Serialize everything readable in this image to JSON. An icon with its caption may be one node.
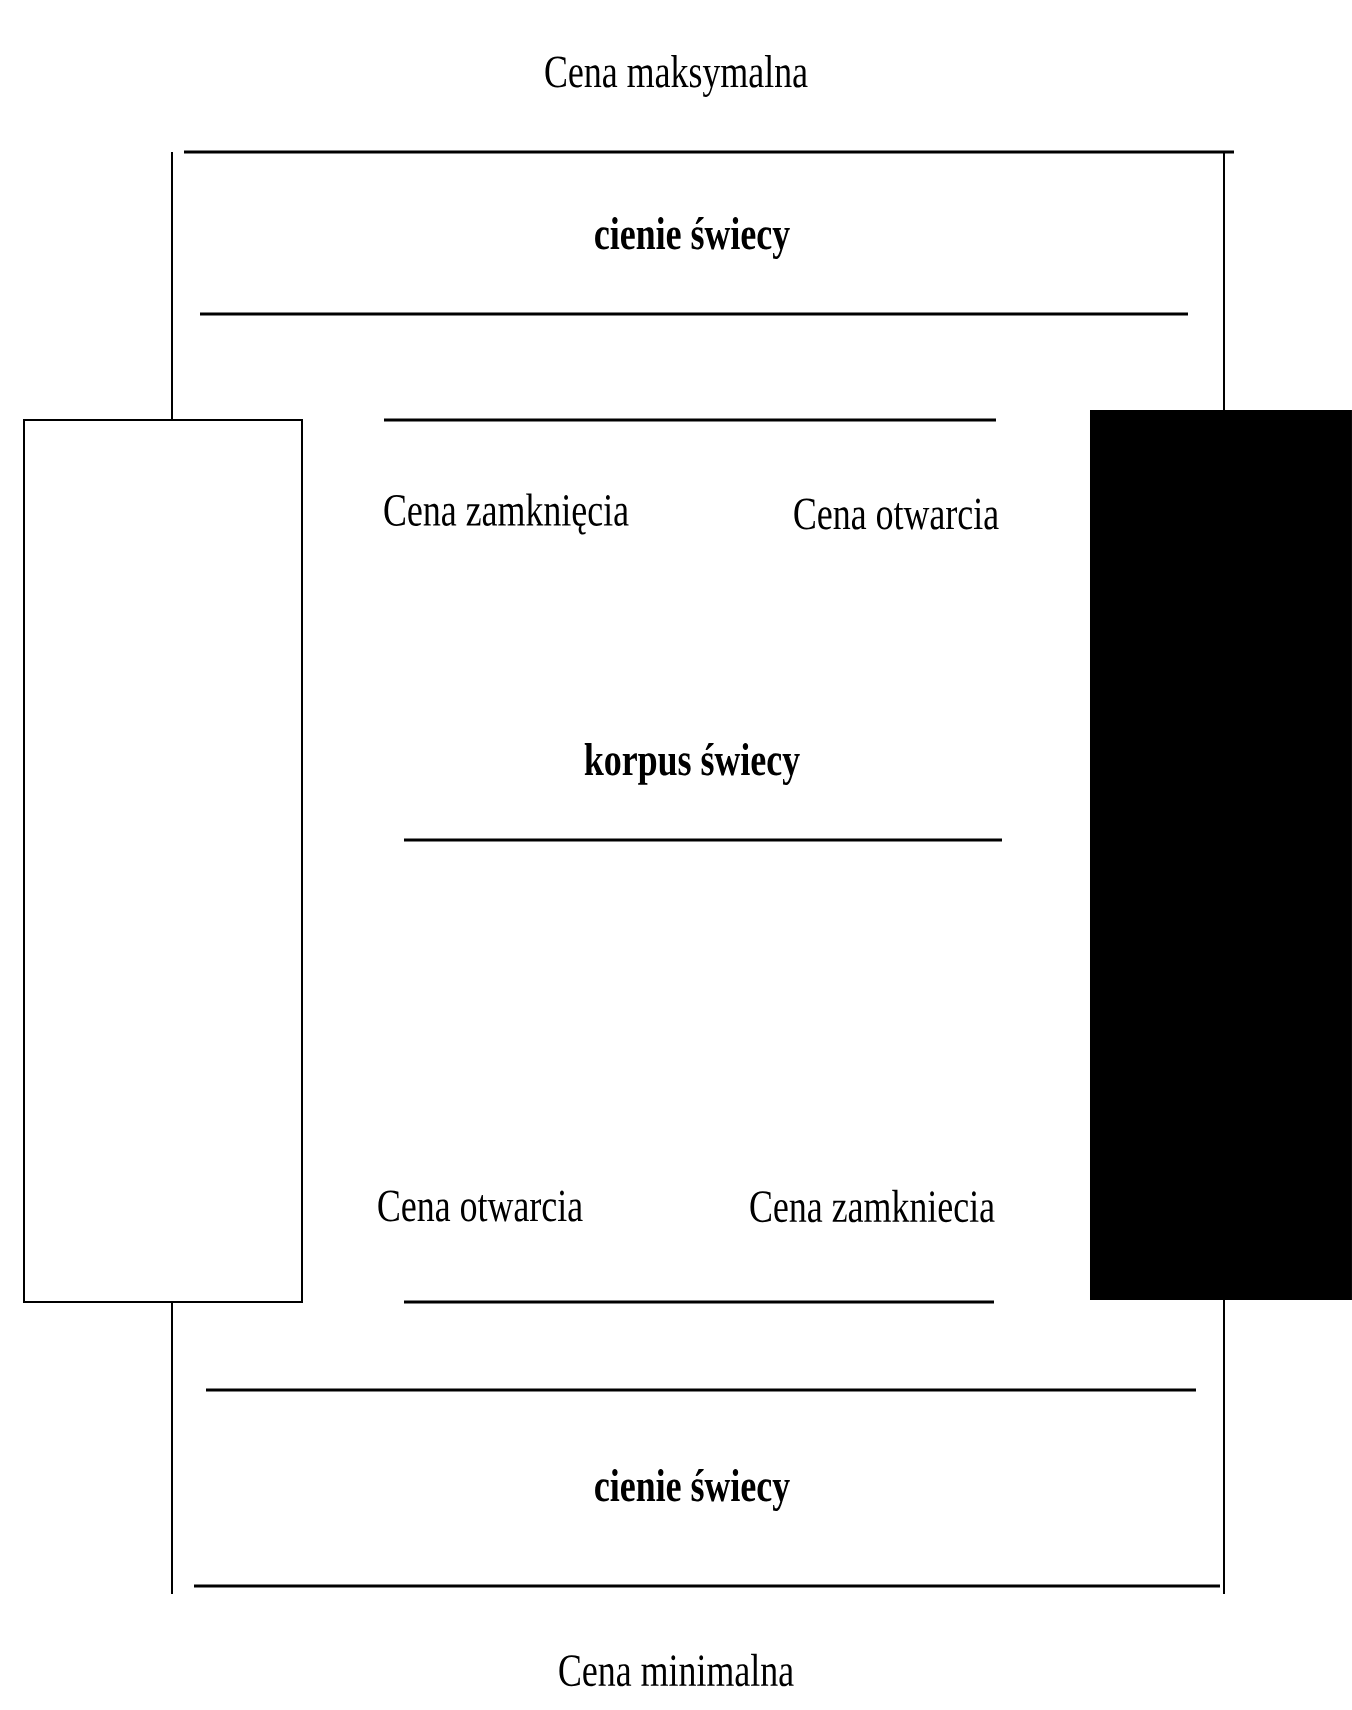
{
  "diagram": {
    "labels": [
      "Cena maksymalna",
      "cienie świecy",
      "Cena zamknięcia",
      "Cena otwarcia",
      "korpus świecy",
      "Cena otwarcia",
      "Cena zamkniecia",
      "cienie świecy",
      "Cena minimalna"
    ]
  }
}
